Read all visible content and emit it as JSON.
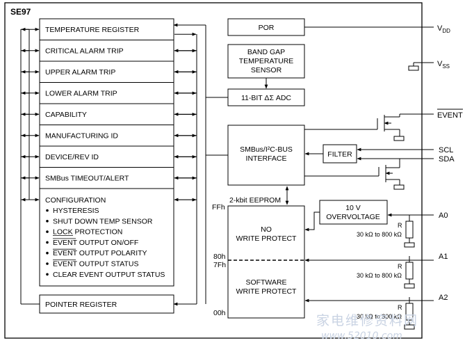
{
  "chip_name": "SE97",
  "registers": [
    "TEMPERATURE REGISTER",
    "CRITICAL ALARM TRIP",
    "UPPER ALARM TRIP",
    "LOWER ALARM TRIP",
    "CAPABILITY",
    "MANUFACTURING ID",
    "DEVICE/REV ID",
    "SMBus TIMEOUT/ALERT"
  ],
  "configuration": {
    "title": "CONFIGURATION",
    "items": [
      "HYSTERESIS",
      "SHUT DOWN TEMP SENSOR",
      "LOCK PROTECTION",
      "EVENT OUTPUT ON/OFF",
      "EVENT OUTPUT POLARITY",
      "EVENT OUTPUT STATUS",
      "CLEAR EVENT OUTPUT STATUS"
    ]
  },
  "pointer_register": "POINTER REGISTER",
  "blocks": {
    "por": "POR",
    "bandgap": [
      "BAND GAP",
      "TEMPERATURE",
      "SENSOR"
    ],
    "adc": "11-BIT ΔΣ ADC",
    "smbus": [
      "SMBus/I²C-BUS",
      "INTERFACE"
    ],
    "filter": "FILTER",
    "overvoltage": [
      "10 V",
      "OVERVOLTAGE"
    ]
  },
  "eeprom": {
    "title": "2-kbit EEPROM",
    "upper": [
      "NO",
      "WRITE PROTECT"
    ],
    "lower": [
      "SOFTWARE",
      "WRITE PROTECT"
    ],
    "addresses": [
      "FFh",
      "80h",
      "7Fh",
      "00h"
    ]
  },
  "pins": {
    "vdd": "VDD",
    "vss": "VSS",
    "event": "EVENT",
    "scl": "SCL",
    "sda": "SDA",
    "a0": "A0",
    "a1": "A1",
    "a2": "A2"
  },
  "resistors": {
    "symbol": "R",
    "value": "30 kΩ to 800 kΩ"
  },
  "watermark": [
    "家电维修资料网",
    "www.52010.com"
  ]
}
